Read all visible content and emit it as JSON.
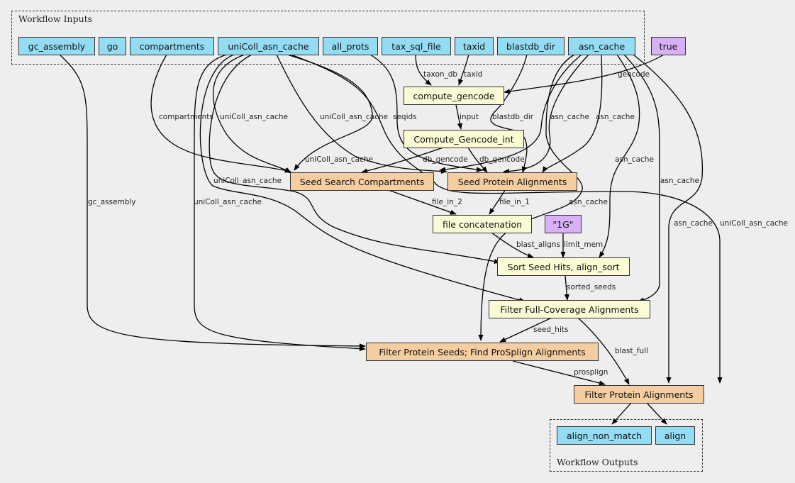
{
  "clusters": {
    "inputs_label": "Workflow Inputs",
    "outputs_label": "Workflow Outputs"
  },
  "nodes": {
    "gc_assembly": "gc_assembly",
    "go": "go",
    "compartments": "compartments",
    "uniColl_asn_cache": "uniColl_asn_cache",
    "all_prots": "all_prots",
    "tax_sql_file": "tax_sql_file",
    "taxid": "taxid",
    "blastdb_dir": "blastdb_dir",
    "asn_cache": "asn_cache",
    "true_const": "true",
    "compute_gencode": "compute_gencode",
    "compute_gencode_int": "Compute_Gencode_int",
    "seed_search_compartments": "Seed Search Compartments",
    "seed_protein_alignments": "Seed Protein Alignments",
    "file_concatenation": "file concatenation",
    "one_g_const": "\"1G\"",
    "sort_seed_hits": "Sort Seed Hits, align_sort",
    "filter_full_coverage": "Filter Full-Coverage Alignments",
    "filter_protein_seeds": "Filter Protein Seeds; Find ProSplign Alignments",
    "filter_protein_alignments": "Filter Protein Alignments",
    "align_non_match": "align_non_match",
    "align": "align"
  },
  "node_colors": {
    "input": "#94dcf4",
    "constant": "#d8b0f8",
    "tool": "#fbfbd5",
    "subworkflow": "#f4cea0"
  },
  "edge_labels": {
    "taxon_db": "taxon_db",
    "taxid": "taxid",
    "gencode": "gencode",
    "input": "input",
    "compartments": "compartments",
    "uniColl_1": "uniColl_asn_cache",
    "uniColl_2": "uniColl_asn_cache",
    "seqids": "seqids",
    "blastdb_dir": "blastdb_dir",
    "asn_cache_1": "asn_cache",
    "asn_cache_2": "asn_cache",
    "uniColl_3": "uniColl_asn_cache",
    "db_gencode_1": "db_gencode",
    "db_gencode_2": "db_gencode",
    "asn_cache_3": "asn_cache",
    "uniColl_4": "uniColl_asn_cache",
    "asn_cache_4": "asn_cache",
    "gc_assembly": "gc_assembly",
    "uniColl_5": "uniColl_asn_cache",
    "file_in_2": "file_in_2",
    "file_in_1": "file_in_1",
    "asn_cache_5": "asn_cache",
    "asn_cache_6": "asn_cache",
    "uniColl_6": "uniColl_asn_cache",
    "blast_aligns": "blast_aligns",
    "limit_mem": "limit_mem",
    "sorted_seeds": "sorted_seeds",
    "seed_hits": "seed_hits",
    "blast_full": "blast_full",
    "prosplign": "prosplign"
  }
}
